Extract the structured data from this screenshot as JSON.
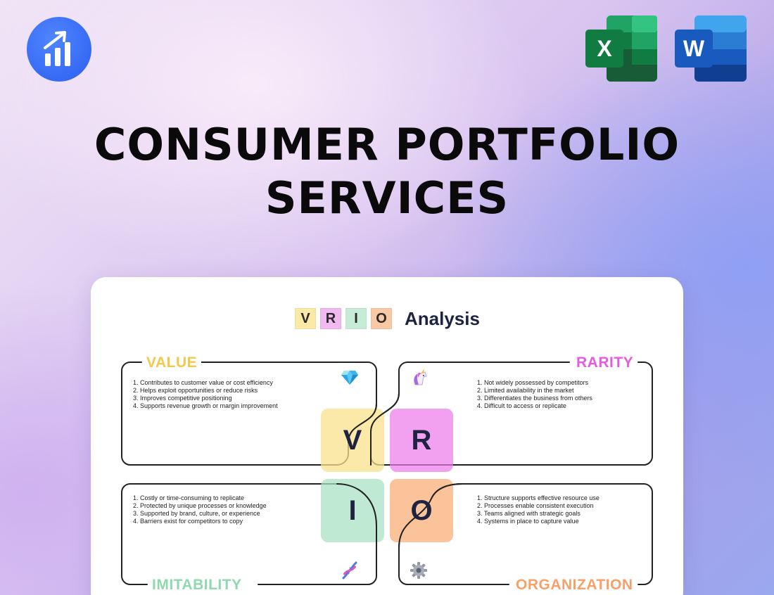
{
  "branding": {
    "logo_icon": "bar-chart-growth-icon",
    "excel_icon": "microsoft-excel-icon",
    "excel_letter": "X",
    "word_icon": "microsoft-word-icon",
    "word_letter": "W"
  },
  "title": {
    "line1": "CONSUMER PORTFOLIO",
    "line2": "SERVICES"
  },
  "card": {
    "heading_letters": [
      "V",
      "R",
      "I",
      "O"
    ],
    "heading_text": "Analysis",
    "quadrants": {
      "value": {
        "label": "VALUE",
        "color": "#f2c94c",
        "icon": "gem-icon",
        "items": [
          "1. Contributes to customer value or cost efficiency",
          "2. Helps exploit opportunities or reduce risks",
          "3. Improves competitive positioning",
          "4. Supports revenue growth or margin improvement"
        ]
      },
      "rarity": {
        "label": "RARITY",
        "color": "#e65ce0",
        "icon": "unicorn-icon",
        "items": [
          "1. Not widely possessed by competitors",
          "2. Limited availability in the market",
          "3. Differentiates the business from others",
          "4. Difficult to access or replicate"
        ]
      },
      "imitability": {
        "label": "IMITABILITY",
        "color": "#8fd8b0",
        "icon": "dna-icon",
        "items": [
          "1. Costly or time-consuming to replicate",
          "2. Protected by unique processes or knowledge",
          "3. Supported by brand, culture, or experience",
          "4. Barriers exist for competitors to copy"
        ]
      },
      "organization": {
        "label": "ORGANIZATION",
        "color": "#f7a06a",
        "icon": "gear-icon",
        "items": [
          "1. Structure supports effective resource use",
          "2. Processes enable consistent execution",
          "3. Teams aligned with strategic goals",
          "4. Systems in place to capture value"
        ]
      }
    },
    "tiles": {
      "v": "V",
      "r": "R",
      "i": "I",
      "o": "O"
    }
  }
}
